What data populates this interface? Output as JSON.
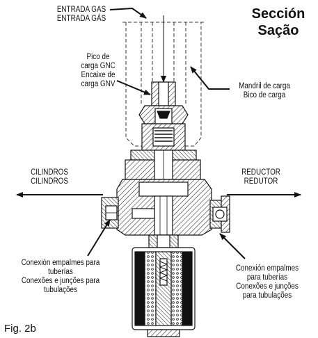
{
  "title": {
    "line1": "Sección",
    "line2": "Sação"
  },
  "labels": {
    "gas_inlet": {
      "es": "ENTRADA GAS",
      "pt": "ENTRADA GÁS"
    },
    "fill_nozzle": {
      "l1": "Pico de",
      "l2": "carga GNC",
      "l3": "Encaixe de",
      "l4": "carga GNV"
    },
    "fill_mandrel": {
      "l1": "Mandril de carga",
      "l2": "Bico de carga"
    },
    "cylinders": {
      "es": "CILINDROS",
      "pt": "CILINDROS"
    },
    "reducer": {
      "es": "REDUCTOR",
      "pt": "REDUTOR"
    },
    "pipe_fittings_left": {
      "l1": "Conexión empalmes para",
      "l2": "tuberías",
      "l3": "Conexões e junções para",
      "l4": "tubulações"
    },
    "pipe_fittings_right": {
      "l1": "Conexión empalmes",
      "l2": "para tuberías",
      "l3": "Conexões e junções",
      "l4": "para tubulações"
    }
  },
  "figure_caption": "Fig. 2b",
  "colors": {
    "ink": "#111111",
    "background": "#ffffff"
  }
}
